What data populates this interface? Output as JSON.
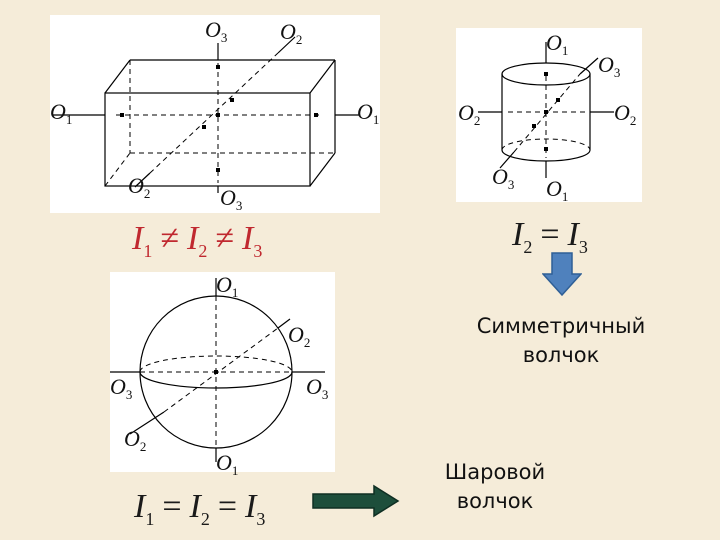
{
  "box": {
    "labels": {
      "o1_left": "O1",
      "o1_right": "O1",
      "o2_top": "O2",
      "o2_bottom": "O2",
      "o3_top": "O3",
      "o3_bottom": "O3"
    }
  },
  "cylinder": {
    "labels": {
      "o1_top": "O1",
      "o1_bottom": "O1",
      "o2_left": "O2",
      "o2_right": "O2",
      "o3_top": "O3",
      "o3_bottom": "O3"
    }
  },
  "sphere": {
    "labels": {
      "o1_top": "O1",
      "o1_bottom": "O1",
      "o2_top": "O2",
      "o2_bottom": "O2",
      "o3_left": "O3",
      "o3_right": "O3"
    }
  },
  "formulas": {
    "box": {
      "a": "I",
      "a_sub": "1",
      "op1": "≠",
      "b": "I",
      "b_sub": "2",
      "op2": "≠",
      "c": "I",
      "c_sub": "3"
    },
    "cylinder": {
      "a": "I",
      "a_sub": "2",
      "op1": "=",
      "b": "I",
      "b_sub": "3"
    },
    "sphere": {
      "a": "I",
      "a_sub": "1",
      "op1": "=",
      "b": "I",
      "b_sub": "2",
      "op2": "=",
      "c": "I",
      "c_sub": "3"
    }
  },
  "captions": {
    "symmetric": {
      "line1": "Симметричный",
      "line2": "волчок"
    },
    "spherical": {
      "line1": "Шаровой",
      "line2": "волчок"
    }
  },
  "colors": {
    "background": "#f5ecd9",
    "formula_red": "#c0282f",
    "arrow_blue": "#4f81bd",
    "arrow_green": "#1d4e3b"
  },
  "icons": {
    "down_arrow": "down-arrow-icon",
    "right_arrow": "right-arrow-icon"
  }
}
